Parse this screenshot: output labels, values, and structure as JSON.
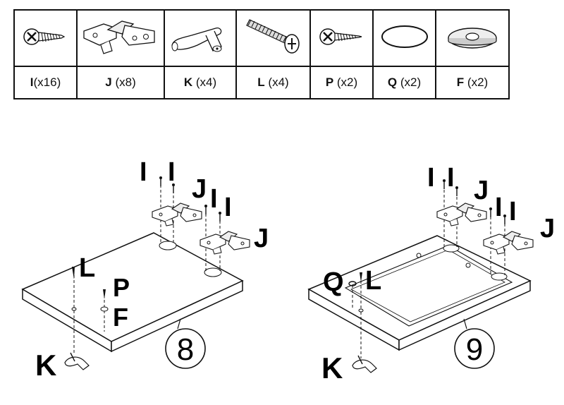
{
  "parts": [
    {
      "code": "I",
      "qty": "(x16)",
      "icon": "screw-icon"
    },
    {
      "code": "J",
      "qty": "(x8)",
      "icon": "hinge-icon"
    },
    {
      "code": "K",
      "qty": "(x4)",
      "icon": "knob-icon"
    },
    {
      "code": "L",
      "qty": "(x4)",
      "icon": "bolt-icon"
    },
    {
      "code": "P",
      "qty": "(x2)",
      "icon": "screw-icon"
    },
    {
      "code": "Q",
      "qty": "(x2)",
      "icon": "ring-icon"
    },
    {
      "code": "F",
      "qty": "(x2)",
      "icon": "washer-icon"
    }
  ],
  "step8": {
    "number": "8",
    "labels": {
      "i1": "I",
      "i2": "I",
      "i3": "I",
      "i4": "I",
      "j1": "J",
      "j2": "J",
      "l": "L",
      "p": "P",
      "f": "F",
      "k": "K"
    }
  },
  "step9": {
    "number": "9",
    "labels": {
      "i1": "I",
      "i2": "I",
      "i3": "I",
      "i4": "I",
      "j1": "J",
      "j2": "J",
      "q": "Q",
      "l": "L",
      "k": "K"
    }
  }
}
